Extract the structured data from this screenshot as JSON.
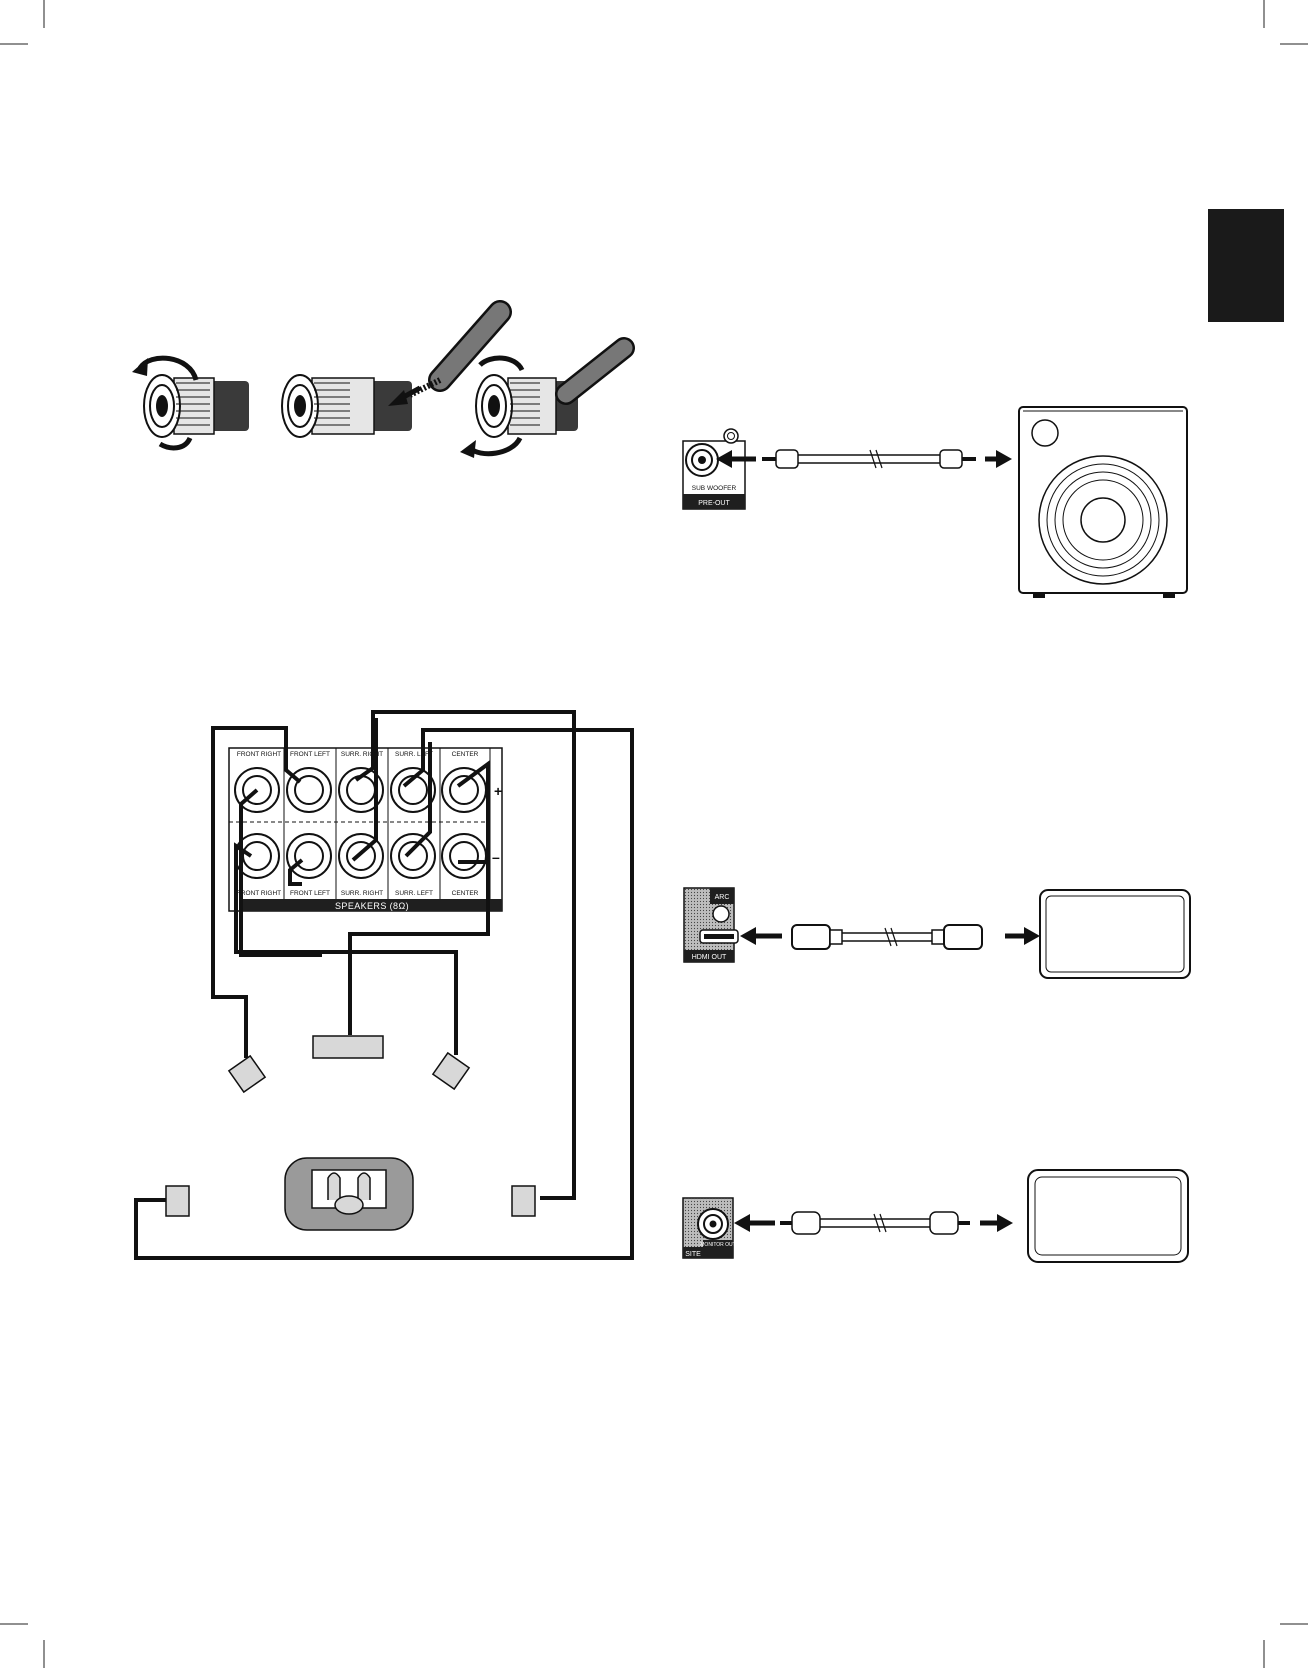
{
  "language_tab": {
    "color": "#1a1a1a"
  },
  "crop_marks": true,
  "binding_posts": {
    "steps": [
      "loosen",
      "insert-wire",
      "tighten"
    ],
    "arrow_icons": [
      "rotate-ccw-icon",
      "insert-arrow-icon",
      "rotate-cw-icon"
    ]
  },
  "speaker_panel": {
    "top_labels": [
      "FRONT RIGHT",
      "FRONT LEFT",
      "SURR. RIGHT",
      "SURR. LEFT",
      "CENTER"
    ],
    "bottom_labels": [
      "FRONT RIGHT",
      "FRONT LEFT",
      "SURR. RIGHT",
      "SURR. LEFT",
      "CENTER"
    ],
    "title": "SPEAKERS (8Ω)",
    "plus_sign": "+",
    "minus_sign": "–"
  },
  "subwoofer": {
    "jack_label": "SUB WOOFER",
    "jack_sublabel": "PRE-OUT"
  },
  "hdmi": {
    "arc_badge": "ARC",
    "port_label": "HDMI OUT"
  },
  "composite": {
    "port_label": "SITE",
    "port_sublabel": "MONITOR OUT"
  },
  "colors": {
    "ink": "#111111",
    "speaker_fill": "#d8d8d8",
    "listener_fill": "#9a9a9a",
    "panel_dark": "#1f1f1f"
  }
}
